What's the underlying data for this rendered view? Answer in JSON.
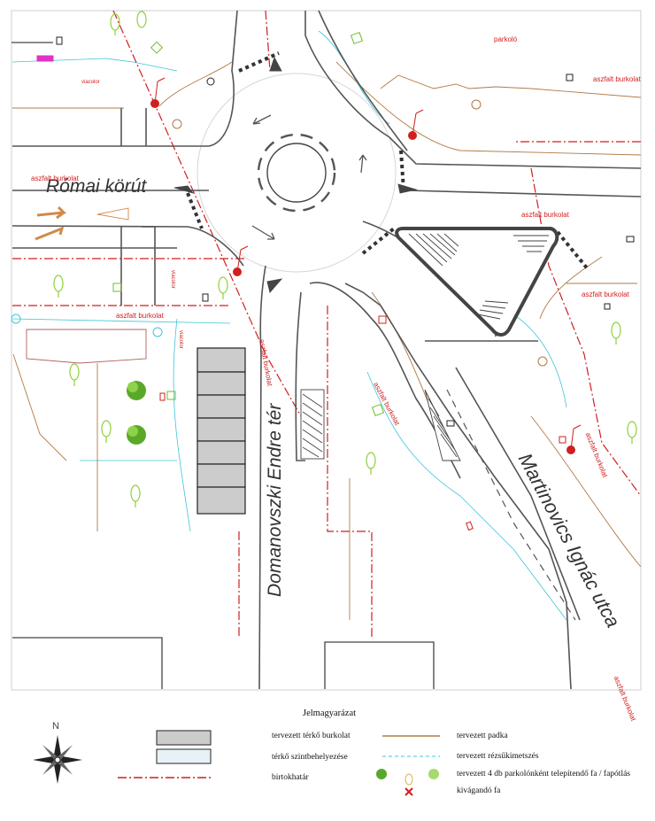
{
  "streets": {
    "romai": "Római körút",
    "domanovszki": "Domanovszki Endre tér",
    "martinovics": "Martinovics Ignác utca"
  },
  "labels": {
    "parkolo": "parkoló",
    "aszfalt": "aszfalt burkolat",
    "viacolor": "viacolor"
  },
  "legend": {
    "title": "Jelmagyarázat",
    "north": "N",
    "items": {
      "terko": "tervezett térkő burkolat",
      "szint": "térkő szintbehelyezése",
      "birtok": "birtokhatár",
      "padka": "tervezett padka",
      "rezsu": "tervezett rézsűkimetszés",
      "fa": "tervezett 4 db parkolónként telepítendő fa / fapótlás",
      "kivagando": "kivágandó fa"
    }
  },
  "colors": {
    "road_edge": "#555555",
    "property_line": "#d01f1f",
    "curb": "#b07a45",
    "slope": "#3fc4d8",
    "paving": "#cccccc",
    "tree": "#6bbf2a"
  }
}
